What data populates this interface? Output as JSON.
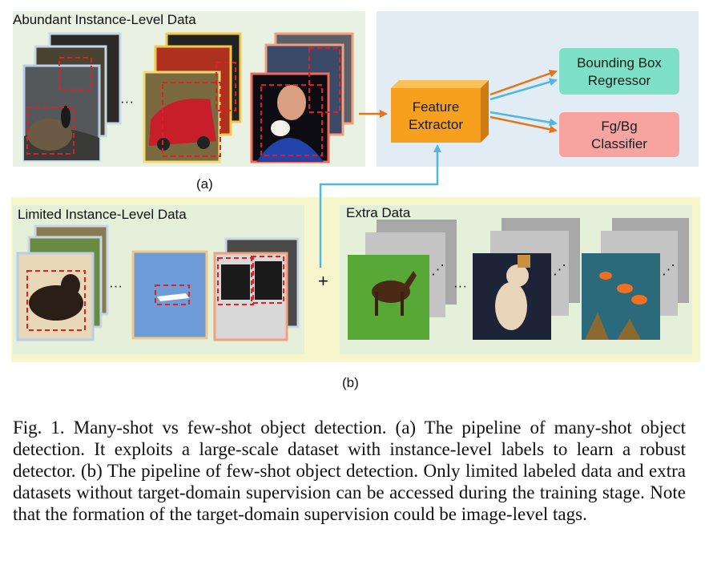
{
  "panel_a": {
    "title": "Abundant Instance-Level Data",
    "label": "(a)",
    "ellipsis": "···"
  },
  "right_panel": {
    "feature_extractor_line1": "Feature",
    "feature_extractor_line2": "Extractor",
    "bbox_regressor_line1": "Bounding Box",
    "bbox_regressor_line2": "Regressor",
    "classifier_line1": "Fg/Bg",
    "classifier_line2": "Classifier"
  },
  "panel_b": {
    "limited_title": "Limited Instance-Level Data",
    "extra_title": "Extra Data",
    "plus": "+",
    "label": "(b)",
    "ellipsis": "···"
  },
  "colors": {
    "panel_a_bg": "#e9f1e2",
    "right_bg": "#e2ecf5",
    "panel_b_bg": "#f7f5cc",
    "feature_box": "#f7a01e",
    "regressor_box": "#7fe0c8",
    "classifier_box": "#f7a3a0",
    "arrow_orange": "#e8741a",
    "arrow_blue": "#4fb7e0"
  },
  "caption": "Fig. 1.  Many-shot vs few-shot object detection. (a) The pipeline of many-shot object detection. It exploits a large-scale dataset with instance-level labels to learn a robust detector. (b) The pipeline of few-shot object detection. Only limited labeled data and extra datasets without target-domain supervision can be accessed during the training stage. Note that the formation of the target-domain supervision could be image-level tags."
}
